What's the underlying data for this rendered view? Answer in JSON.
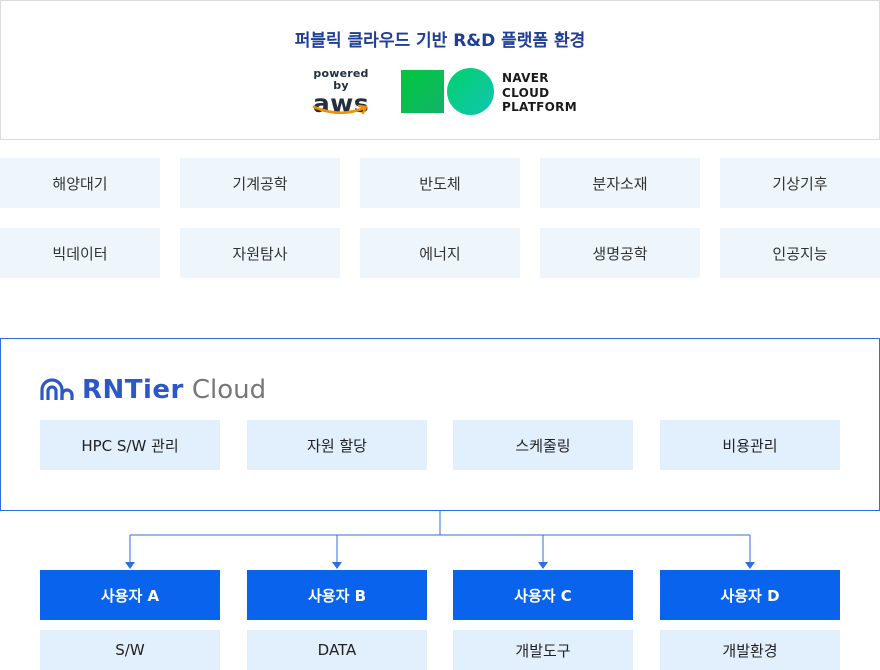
{
  "header": {
    "title": "퍼블릭 클라우드 기반 R&D 플랫폼 환경",
    "aws_powered_by": "powered by",
    "aws_word": "aws",
    "ncp_lines": [
      "NAVER",
      "CLOUD",
      "PLATFORM"
    ]
  },
  "fields": [
    "해양대기",
    "기계공학",
    "반도체",
    "분자소재",
    "기상기후",
    "빅데이터",
    "자원탐사",
    "에너지",
    "생명공학",
    "인공지능"
  ],
  "platform": {
    "brand": "RNTier",
    "brand_suffix": "Cloud",
    "features": [
      "HPC S/W 관리",
      "자원 할당",
      "스케줄링",
      "비용관리"
    ]
  },
  "users": [
    {
      "name": "사용자 A",
      "sub": "S/W"
    },
    {
      "name": "사용자 B",
      "sub": "DATA"
    },
    {
      "name": "사용자 C",
      "sub": "개발도구"
    },
    {
      "name": "사용자 D",
      "sub": "개발환경"
    }
  ],
  "colors": {
    "accent": "#0a63ed",
    "title": "#1f3e96",
    "light_box": "#eef6fc",
    "feature_box": "#e2effc"
  }
}
